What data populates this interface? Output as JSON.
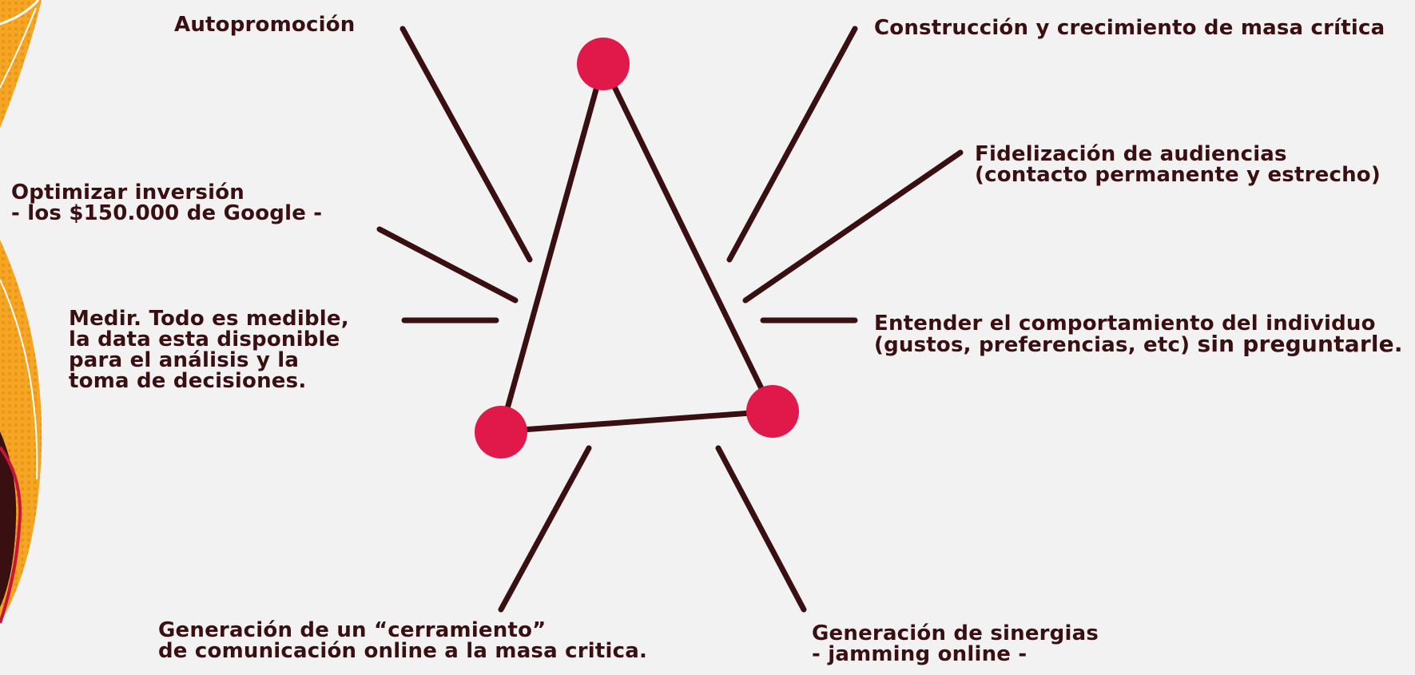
{
  "colors": {
    "background": "#f2f2f2",
    "line": "#3a0f12",
    "node": "#e0194a",
    "deco_orange": "#f5a623",
    "deco_dark": "#3a0f12",
    "deco_red": "#c8143c"
  },
  "diagram": {
    "nodes": [
      "top",
      "bottom-left",
      "bottom-right"
    ],
    "labels": {
      "autopromocion": "Autopromoción",
      "construccion": "Construcción y crecimiento de masa crítica",
      "optimizar_l1": "Optimizar inversión",
      "optimizar_l2": "- los $150.000 de Google -",
      "fidelizacion_l1": "Fidelización de audiencias",
      "fidelizacion_l2": "(contacto permanente y estrecho)",
      "medir_l1": "Medir. Todo es medible,",
      "medir_l2": "la data esta disponible",
      "medir_l3": "para el análisis y la",
      "medir_l4": "toma de decisiones.",
      "entender_l1": "Entender el comportamiento del individuo",
      "entender_l2a": "(gustos, preferencias, etc)",
      "entender_l2b": "sin preguntarle.",
      "cerramiento_l1": "Generación de un “cerramiento”",
      "cerramiento_l2": "de comunicación online a la masa critica.",
      "sinergias_l1": "Generación de sinergias",
      "sinergias_l2": "- jamming online -"
    }
  }
}
